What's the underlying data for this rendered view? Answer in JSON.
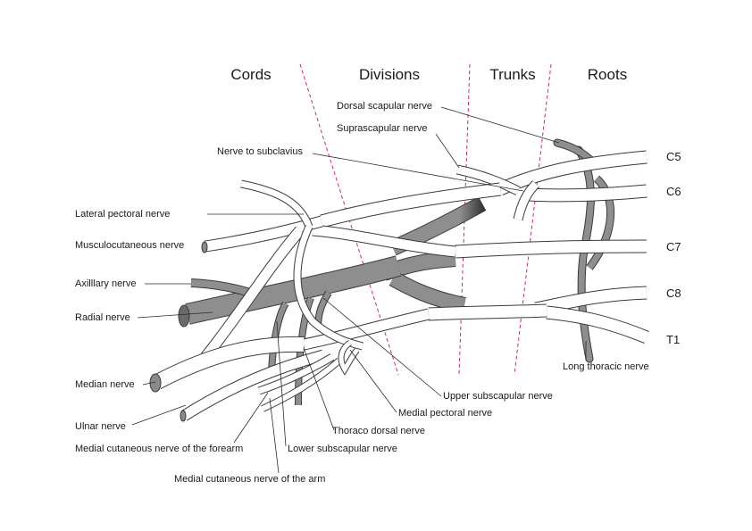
{
  "headers": {
    "cords": "Cords",
    "divisions": "Divisions",
    "trunks": "Trunks",
    "roots": "Roots"
  },
  "roots": [
    "C5",
    "C6",
    "C7",
    "C8",
    "T1"
  ],
  "labels": {
    "dorsal_scapular": "Dorsal scapular nerve",
    "suprascapular": "Suprascapular nerve",
    "nerve_to_subclavius": "Nerve to subclavius",
    "lateral_pectoral": "Lateral pectoral nerve",
    "musculocutaneous": "Musculocutaneous nerve",
    "axillary": "Axilllary nerve",
    "radial": "Radial nerve",
    "median": "Median nerve",
    "ulnar": "Ulnar nerve",
    "medial_cutaneous_forearm": "Medial cutaneous nerve of the forearm",
    "medial_cutaneous_arm": "Medial cutaneous nerve of the arm",
    "lower_subscapular": "Lower subscapular nerve",
    "thoraco_dorsal": "Thoraco dorsal nerve",
    "medial_pectoral": "Medial pectoral nerve",
    "upper_subscapular": "Upper subscapular nerve",
    "long_thoracic": "Long thoracic nerve"
  },
  "colors": {
    "nerve_light_fill": "#ffffff",
    "nerve_outline": "#3a3a3a",
    "posterior_fill": "#8e8e8e",
    "divider_line": "#d6285a"
  }
}
